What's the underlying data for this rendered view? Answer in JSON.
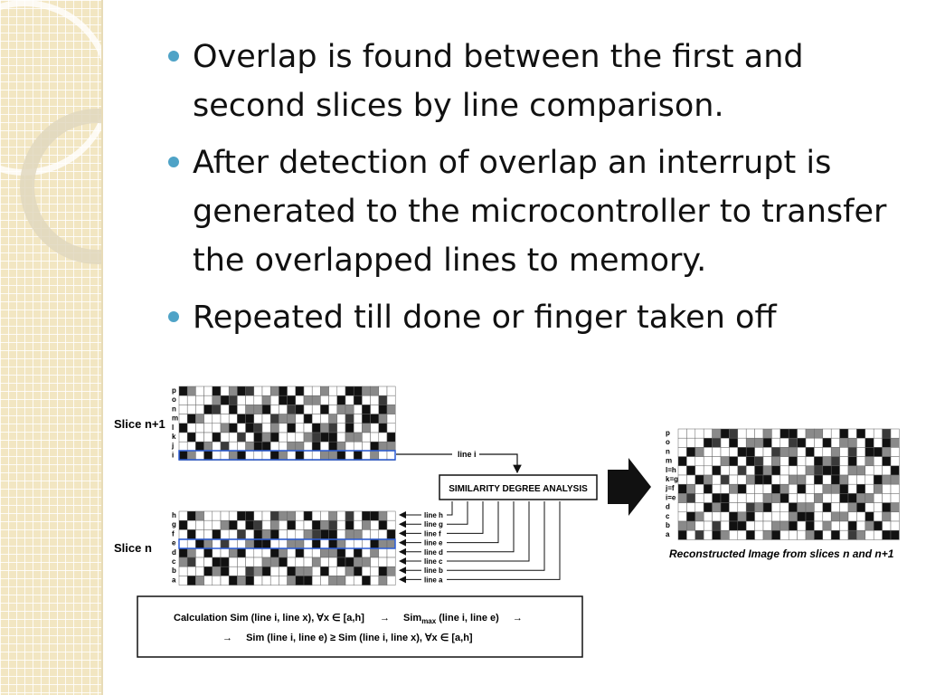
{
  "bullets": [
    "Overlap is found between the first and second slices by line comparison.",
    "After detection of overlap an interrupt is generated to the microcontroller to transfer the overlapped lines to memory.",
    "Repeated till done or finger taken off"
  ],
  "bullet_color": "#4fa3c7",
  "figure": {
    "slice_top_label": "Slice n+1",
    "slice_bottom_label": "Slice n",
    "slice_top_rows": [
      "p",
      "o",
      "n",
      "m",
      "l",
      "k",
      "j",
      "i"
    ],
    "slice_bottom_rows": [
      "h",
      "g",
      "f",
      "e",
      "d",
      "c",
      "b",
      "a"
    ],
    "line_i_label": "line i",
    "analysis_box": "SIMILARITY DEGREE ANALYSIS",
    "line_labels": [
      "line h",
      "line g",
      "line f",
      "line e",
      "line d",
      "line c",
      "line b",
      "line a"
    ],
    "reconstructed_rows": [
      "p",
      "o",
      "n",
      "m",
      "l=h",
      "k=g",
      "j=f",
      "i=e",
      "d",
      "c",
      "b",
      "a"
    ],
    "reconstructed_caption": "Reconstructed Image from slices n and n+1",
    "calc_line1_parts": [
      "Calculation Sim (line i, line x), ∀x ∈ [a,h]",
      "→",
      "Sim",
      "max",
      "(line i, line e)",
      "→"
    ],
    "calc_line2_parts": [
      "→",
      "Sim (line i, line e) ≥ Sim (line i, line x), ∀x ∈ [a,h]"
    ]
  }
}
